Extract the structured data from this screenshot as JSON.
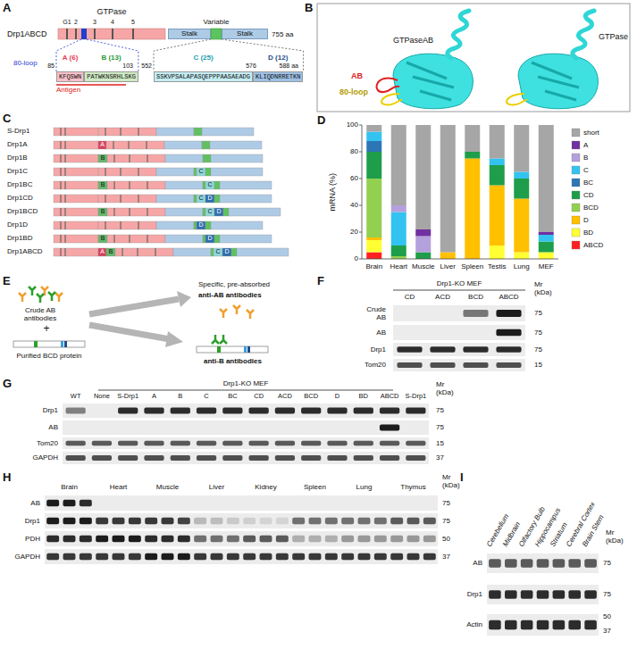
{
  "diagram": {
    "nodes": [
      {
        "text": [
          "Stalk"
        ]
      },
      {
        "text": [
          "Stalk"
        ]
      },
      {
        "text": [
          "A (6)",
          "KFQSWN"
        ]
      },
      {
        "text": [
          "B (13)",
          "PATWKNSRHLSKG"
        ]
      },
      {
        "text": [
          "C (25)",
          "SSKVPSALAPASQEPPPAASAEADG"
        ]
      },
      {
        "text": [
          "D (12)",
          "KLIQDNRRETKN"
        ]
      }
    ],
    "labels": [
      "A",
      "B",
      "C",
      "D",
      "E",
      "F",
      "G",
      "H",
      "I",
      "Drp1ABCD",
      "GTPase",
      "G1",
      "2",
      "3",
      "4",
      "5",
      "Variable",
      "755 aa",
      "80-loop",
      "85",
      "103",
      "552",
      "576",
      "588 aa",
      "Antigen",
      "GTPaseAB",
      "AB",
      "80-loop",
      "GTPase",
      "S-Drp1",
      "Drp1A",
      "Drp1B",
      "Drp1C",
      "Drp1BC",
      "Drp1CD",
      "Drp1BCD",
      "Drp1D",
      "Drp1BD",
      "Drp1ABCD",
      "A",
      "B",
      "C",
      "B",
      "C",
      "C",
      "D",
      "B",
      "C",
      "D",
      "D",
      "B",
      "D",
      "A",
      "B",
      "C",
      "D",
      "mRNA (%)",
      "100",
      "80",
      "60",
      "40",
      "20",
      "0",
      "Brain",
      "Heart",
      "Muscle",
      "Liver",
      "Spleen",
      "Testis",
      "Lung",
      "MEF",
      "Crude AB antibodies",
      "+",
      "Purified BCD protein",
      "Specific, pre-absorbed",
      "anti-AB antibodies",
      "anti-B antibodies",
      "Drp1-KO MEF",
      "CD",
      "ACD",
      "BCD",
      "ABCD",
      "Crude AB",
      "AB",
      "Drp1",
      "Tom20",
      "Mr (kDa)",
      "75",
      "75",
      "75",
      "15",
      "Drp1-KO MEF",
      "WT",
      "None",
      "S-Drp1",
      "A",
      "B",
      "C",
      "BC",
      "CD",
      "ACD",
      "BCD",
      "D",
      "BD",
      "ABCD",
      "S-Drp1",
      "Drp1",
      "AB",
      "Tom20",
      "GAPDH",
      "Mr (kDa)",
      "75",
      "75",
      "15",
      "37",
      "Brain",
      "Heart",
      "Muscle",
      "Liver",
      "Kidney",
      "Spleen",
      "Lung",
      "Thymus",
      "AB",
      "Drp1",
      "PDH",
      "GAPDH",
      "Mr (kDa)",
      "75",
      "75",
      "50",
      "37",
      "Cerebellum",
      "Midbrain",
      "Olfactory Bulb",
      "Hippocampus",
      "Striatum",
      "Cerebral Cortex",
      "Brain Stem",
      "AB",
      "Drp1",
      "Actin",
      "Mr (kDa)",
      "75",
      "75",
      "50",
      "37"
    ],
    "legend": [
      {
        "text": "short",
        "color": "#a6a6a6"
      },
      {
        "text": "A",
        "color": "#7030a0"
      },
      {
        "text": "B",
        "color": "#b4a0dc"
      },
      {
        "text": "C",
        "color": "#33c3f0"
      },
      {
        "text": "BC",
        "color": "#2e75b6"
      },
      {
        "text": "CD",
        "color": "#1e9e4a"
      },
      {
        "text": "BCD",
        "color": "#92d050"
      },
      {
        "text": "D",
        "color": "#ffc000"
      },
      {
        "text": "BD",
        "color": "#ffff33"
      },
      {
        "text": "ABCD",
        "color": "#ff2020"
      }
    ]
  }
}
